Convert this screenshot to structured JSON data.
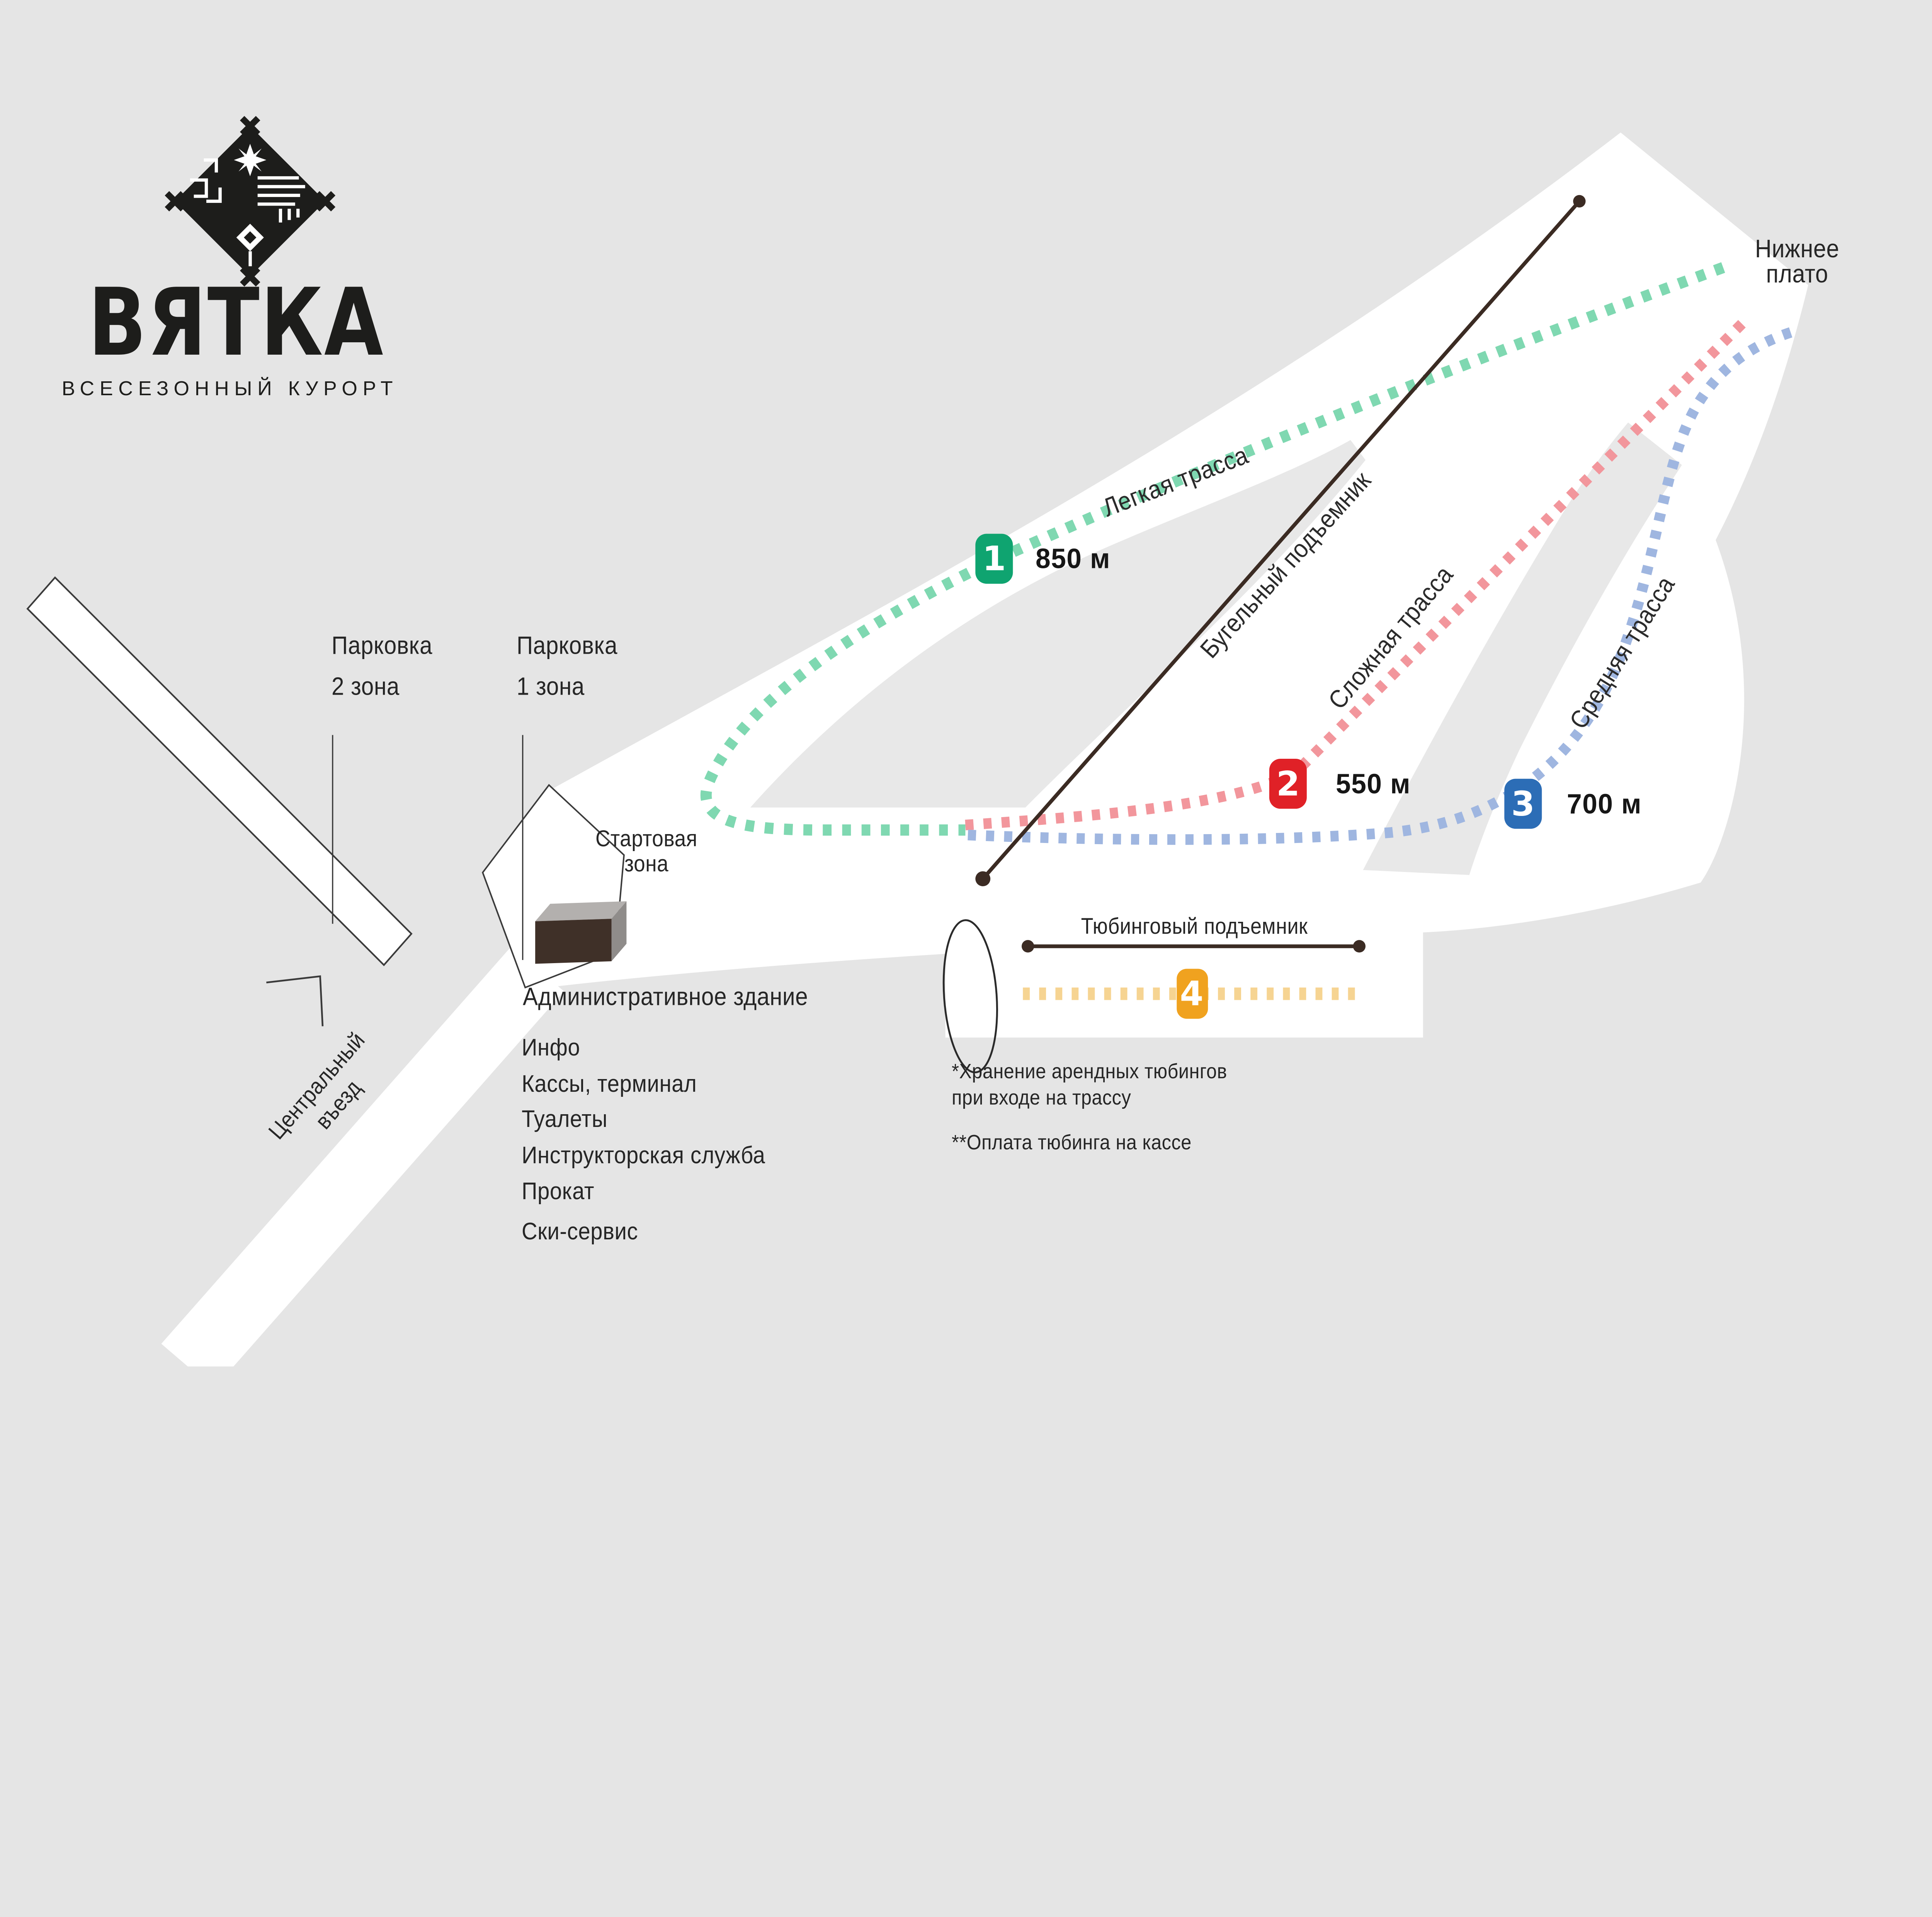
{
  "background_color": "#E5E5E5",
  "island_color": "#E8E8E8",
  "outline_color": "#3A3A3A",
  "lift_line_color": "#3B2B23",
  "text_color": "#262626",
  "logo": {
    "title": "ВЯТКА",
    "subtitle": "ВСЕСЕЗОННЫЙ КУРОРТ"
  },
  "labels": {
    "plateau": {
      "line1": "Нижнее",
      "line2": "плато"
    },
    "parking_zone2": {
      "line1": "Парковка",
      "line2": "2 зона"
    },
    "parking_zone1": {
      "line1": "Парковка",
      "line2": "1 зона"
    },
    "start_zone": {
      "line1": "Стартовая",
      "line2": "зона"
    },
    "central_entrance": {
      "line1": "Центральный",
      "line2": "въезд"
    }
  },
  "admin_building": {
    "title": "Административное здание",
    "services": [
      "Инфо",
      "Кассы, терминал",
      "Туалеты",
      "Инструкторская служба",
      "Прокат",
      "Ски-сервис"
    ]
  },
  "notes": {
    "note1_line1": "*Хранение арендных тюбингов",
    "note1_line2": "при входе на трассу",
    "note2": "**Оплата тюбинга на кассе"
  },
  "trails": [
    {
      "number": "1",
      "name": "Легкая трасса",
      "length": "850 м",
      "badge_color": "#0FA470",
      "dash_color": "#7FD8B1"
    },
    {
      "number": "2",
      "name": "Сложная трасса",
      "length": "550 м",
      "badge_color": "#E02127",
      "dash_color": "#F2969C"
    },
    {
      "number": "3",
      "name": "Средняя трасса",
      "length": "700 м",
      "badge_color": "#2C6DB6",
      "dash_color": "#9FB6E0"
    },
    {
      "number": "4",
      "name": "",
      "length": "",
      "badge_color": "#F0A21F",
      "dash_color": "#F6D492"
    }
  ],
  "lifts": {
    "surface_lift": "Бугельный подъемник",
    "tubing_lift": "Тюбинговый подъемник"
  }
}
